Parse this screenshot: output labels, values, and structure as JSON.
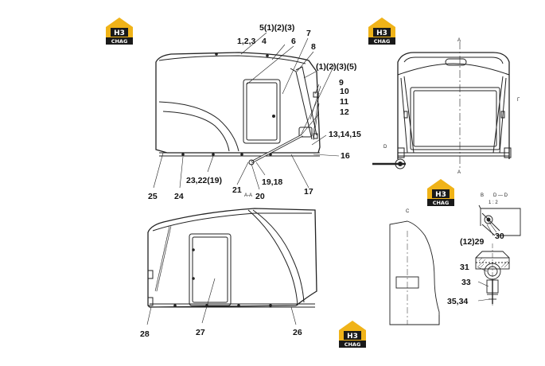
{
  "logos": [
    {
      "mark": "H3",
      "sub": "CHAG"
    },
    {
      "mark": "H3",
      "sub": "CHAG"
    },
    {
      "mark": "H3",
      "sub": "CHAG"
    },
    {
      "mark": "H3",
      "sub": "CHAG"
    }
  ],
  "callouts": {
    "c1": "5(1)(2)(3)",
    "c2": "1,2,3",
    "c3": "4",
    "c4": "6",
    "c5": "7",
    "c6": "8",
    "c7": "(1)(2)(3)(5)",
    "c8": "9",
    "c9": "10",
    "c10": "11",
    "c11": "12",
    "c12": "13,14,15",
    "c13": "16",
    "c14": "17",
    "c15": "19,18",
    "c16": "20",
    "c17": "21",
    "c18": "23,22(19)",
    "c19": "24",
    "c20": "25",
    "c21": "28",
    "c22": "27",
    "c23": "26",
    "c24": "(12)29",
    "c25": "30",
    "c26": "31",
    "c27": "33",
    "c28": "35,34"
  },
  "small_labels": {
    "section_a_top": "A",
    "section_a_bottom": "A",
    "view_aa": "A-A",
    "view_b": "B",
    "view_c": "C",
    "view_d": "D",
    "view_dd": "D — D",
    "scale": "1 : 2",
    "marker_r": "Г"
  }
}
